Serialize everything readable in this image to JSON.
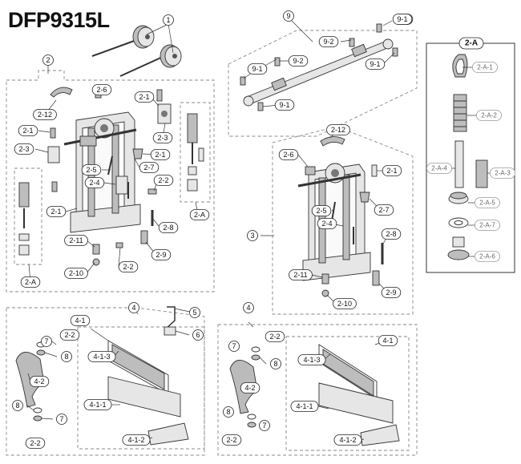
{
  "title": "DFP9315L",
  "panel_2a_header": "2-A",
  "callouts": [
    {
      "id": "c1",
      "text": "1"
    },
    {
      "id": "c2",
      "text": "2"
    },
    {
      "id": "c2-6",
      "text": "2-6"
    },
    {
      "id": "c2-1a",
      "text": "2-1"
    },
    {
      "id": "c2-12",
      "text": "2-12"
    },
    {
      "id": "c2-1b",
      "text": "2-1"
    },
    {
      "id": "c2-3a",
      "text": "2-3"
    },
    {
      "id": "c2-3b",
      "text": "2-3"
    },
    {
      "id": "c2-1c",
      "text": "2-1"
    },
    {
      "id": "c2-5",
      "text": "2-5"
    },
    {
      "id": "c2-7",
      "text": "2-7"
    },
    {
      "id": "c2-4",
      "text": "2-4"
    },
    {
      "id": "c2-2a",
      "text": "2-2"
    },
    {
      "id": "c2-1d",
      "text": "2-1"
    },
    {
      "id": "c2-8",
      "text": "2-8"
    },
    {
      "id": "c2-11",
      "text": "2-11"
    },
    {
      "id": "c2-9",
      "text": "2-9"
    },
    {
      "id": "c2-2b",
      "text": "2-2"
    },
    {
      "id": "c2-10",
      "text": "2-10"
    },
    {
      "id": "c2-Aa",
      "text": "2-A"
    },
    {
      "id": "c2-Ab",
      "text": "2-A"
    },
    {
      "id": "c9",
      "text": "9"
    },
    {
      "id": "c9-1a",
      "text": "9-1"
    },
    {
      "id": "c9-2a",
      "text": "9-2"
    },
    {
      "id": "c9-1b",
      "text": "9-1"
    },
    {
      "id": "c9-2b",
      "text": "9-2"
    },
    {
      "id": "c9-1c",
      "text": "9-1"
    },
    {
      "id": "c9-1d",
      "text": "9-1"
    },
    {
      "id": "c9-1e",
      "text": "9-1"
    },
    {
      "id": "c3-2-12",
      "text": "2-12"
    },
    {
      "id": "c3-2-6",
      "text": "2-6"
    },
    {
      "id": "c3-2-1",
      "text": "2-1"
    },
    {
      "id": "c3-2-5",
      "text": "2-5"
    },
    {
      "id": "c3-2-7",
      "text": "2-7"
    },
    {
      "id": "c3-2-4",
      "text": "2-4"
    },
    {
      "id": "c3",
      "text": "3"
    },
    {
      "id": "c3-2-8",
      "text": "2-8"
    },
    {
      "id": "c3-2-11",
      "text": "2-11"
    },
    {
      "id": "c3-2-9",
      "text": "2-9"
    },
    {
      "id": "c3-2-10",
      "text": "2-10"
    },
    {
      "id": "c4a",
      "text": "4"
    },
    {
      "id": "c5",
      "text": "5"
    },
    {
      "id": "c4-1a",
      "text": "4-1"
    },
    {
      "id": "c6",
      "text": "6"
    },
    {
      "id": "c7a",
      "text": "7"
    },
    {
      "id": "c2-2c",
      "text": "2-2"
    },
    {
      "id": "c8a",
      "text": "8"
    },
    {
      "id": "c4-1-3a",
      "text": "4-1-3"
    },
    {
      "id": "c4-2a",
      "text": "4-2"
    },
    {
      "id": "c4-1-1a",
      "text": "4-1-1"
    },
    {
      "id": "c8b",
      "text": "8"
    },
    {
      "id": "c7b",
      "text": "7"
    },
    {
      "id": "c2-2d",
      "text": "2-2"
    },
    {
      "id": "c4-1-2a",
      "text": "4-1-2"
    },
    {
      "id": "c4b",
      "text": "4"
    },
    {
      "id": "c7c",
      "text": "7"
    },
    {
      "id": "c2-2e",
      "text": "2-2"
    },
    {
      "id": "c4-1b",
      "text": "4-1"
    },
    {
      "id": "c4-1-3b",
      "text": "4-1-3"
    },
    {
      "id": "c8c",
      "text": "8"
    },
    {
      "id": "c4-2b",
      "text": "4-2"
    },
    {
      "id": "c4-1-1b",
      "text": "4-1-1"
    },
    {
      "id": "c8d",
      "text": "8"
    },
    {
      "id": "c7d",
      "text": "7"
    },
    {
      "id": "c2-2f",
      "text": "2-2"
    },
    {
      "id": "c4-1-2b",
      "text": "4-1-2"
    }
  ],
  "panel_2a_items": [
    {
      "id": "a1",
      "text": "2-A-1"
    },
    {
      "id": "a2",
      "text": "2-A-2"
    },
    {
      "id": "a4",
      "text": "2-A-4"
    },
    {
      "id": "a3",
      "text": "2-A-3"
    },
    {
      "id": "a5",
      "text": "2-A-5"
    },
    {
      "id": "a7",
      "text": "2-A-7"
    },
    {
      "id": "a6",
      "text": "2-A-6"
    }
  ]
}
